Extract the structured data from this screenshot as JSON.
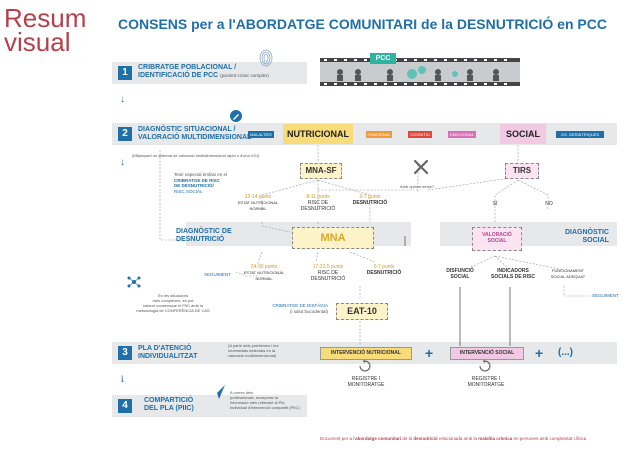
{
  "header": {
    "resum_line1": "Resum",
    "resum_line2": "visual",
    "title": "CONSENS per a l'ABORDATGE COMUNITARI de la DESNUTRICIÓ en PCC"
  },
  "pcc_badge": "PCC",
  "step1": {
    "num": "1",
    "title_l1": "CRIBRATGE POBLACIONAL /",
    "title_l2": "IDENTIFICACIÓ DE PCC",
    "note": "(pacient crònic complex)"
  },
  "step2": {
    "num": "2",
    "title_l1": "DIAGNÒSTIC SITUACIONAL /",
    "title_l2": "VALORACIÓ MULTIDIMENSIONAL",
    "tags": [
      "MALALTIES",
      "FUNCIONAL",
      "COGNITIU",
      "EMOCIONAL",
      "GS. GERIÀTRIQUES"
    ],
    "nutricional": "NUTRICIONAL",
    "social": "SOCIAL"
  },
  "note_vgi": "(Mitjançant un sistema de valoració multidimensional ràpid o d'una VGI)",
  "left_note": {
    "l1": "Tenir especial èmfasi en el",
    "l2": "CRIBRATGE DE RISC",
    "l3": "DE DESNUTRICIÓ/",
    "l4": "RISC SOCIAL"
  },
  "mna_sf": "MNA-SF",
  "tirs": "TIRS",
  "eina_note": "Amb quines eines?",
  "si_label": "SÍ",
  "no_label": "NO",
  "screening": {
    "a_range": "12-14 punts",
    "a_label_l1": "ESTAT NUTRICIONAL",
    "a_label_l2": "NORMAL",
    "b_range": "8-11 punts",
    "b_label_l1": "RISC DE",
    "b_label_l2": "DESNUTRICIÓ",
    "c_range": "0-7 punts",
    "c_label": "DESNUTRICIÓ"
  },
  "diag_left_l1": "DIAGNÒSTIC DE",
  "diag_left_l2": "DESNUTRICIÓ",
  "diag_right_l1": "DIAGNÒSTIC",
  "diag_right_l2": "SOCIAL",
  "mna": "MNA",
  "valoracio_social_l1": "VALORACIÓ",
  "valoracio_social_l2": "SOCIAL",
  "mna_results": {
    "a_range": "24-30 punts",
    "a_label_l1": "ESTAT NUTRICIONAL",
    "a_label_l2": "NORMAL",
    "b_range": "17-23,5 punts",
    "b_label_l1": "RISC DE",
    "b_label_l2": "DESNUTRICIÓ",
    "c_range": "0-7 punts",
    "c_label": "DESNUTRICIÓ"
  },
  "social_results": {
    "a_l1": "DISFUNCIÓ",
    "a_l2": "SOCIAL",
    "b_l1": "INDICADORS",
    "b_l2": "SOCIALS DE RISC",
    "c_l1": "FUNCIONAMENT",
    "c_l2": "SOCIAL ADEQUAT"
  },
  "seguiment_left": "SEGUIMENT",
  "seguiment_right": "SEGUIMENT",
  "complex_note": {
    "l1": "En les situacions",
    "l2": "més complexes, es pot",
    "l3": "valorar consensuar el PIIC amb la",
    "l4": "metodologia de CONFERÈNCIA DE CAS"
  },
  "disfagia_l1": "CRIBRATGE DE DISFÀGIA",
  "disfagia_l2": "(i salut bucodental)",
  "eat10": "EAT-10",
  "step3": {
    "num": "3",
    "title_l1": "PLA D'ATENCIÓ",
    "title_l2": "INDIVIDUALITZAT",
    "note_l1": "(A partir dels problemes i les",
    "note_l2": "necessitats detectats en la",
    "note_l3": "valoració multidimensional)",
    "interv_nutri": "INTERVENCIÓ NUTRICIONAL",
    "interv_social": "INTERVENCIÓ SOCIAL",
    "etc": "(...)"
  },
  "registre_left_l1": "REGISTRE I",
  "registre_left_l2": "MONITORATGE",
  "registre_right_l1": "REGISTRE I",
  "registre_right_l2": "MONITORATGE",
  "step4": {
    "num": "4",
    "title_l1": "COMPARTICIÓ",
    "title_l2": "DEL PLA (PIIC)",
    "note_l1": "A càrrec dels",
    "note_l2": "professionals, incorporar la",
    "note_l3": "informació més rellevant al Pla",
    "note_l4": "Individual d'Intervenció compartit (PIIC)"
  },
  "footer": {
    "pre": "Document per a l'",
    "b1": "abordatge comunitari",
    "mid1": " de la ",
    "b2": "desnutrició",
    "mid2": " relacionada amb la ",
    "b3": "malaltia crònica",
    "post": " en persones amb complexitat clínica"
  },
  "colors": {
    "blue": "#1f6fa8",
    "yellow": "#f8dc7a",
    "pink": "#f2c9e3",
    "maroon": "#b5414a"
  }
}
